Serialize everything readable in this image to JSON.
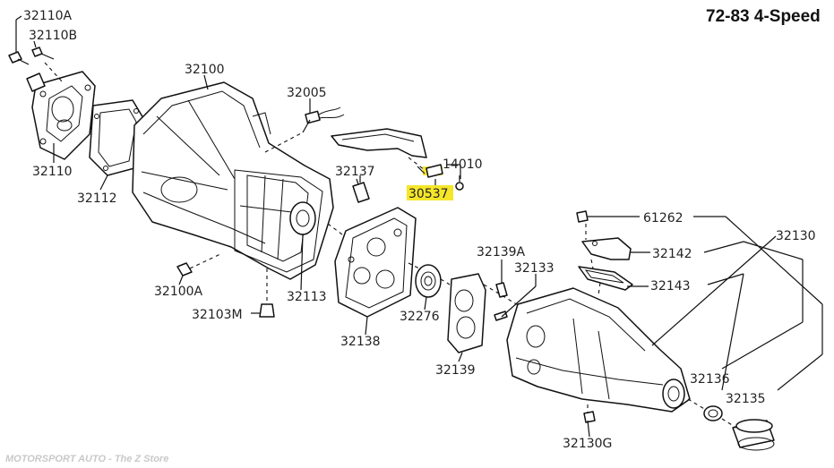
{
  "title": "72-83 4-Speed",
  "footer": "MOTORSPORT AUTO - The Z Store",
  "highlight_color": "#f5e62a",
  "parts": {
    "p32110A": "32110A",
    "p32110B": "32110B",
    "p32110": "32110",
    "p32112": "32112",
    "p32100": "32100",
    "p32005": "32005",
    "p32137": "32137",
    "p14010": "14010",
    "p30537": "30537",
    "p61262": "61262",
    "p32130": "32130",
    "p32142": "32142",
    "p32143": "32143",
    "p32139A": "32139A",
    "p32133": "32133",
    "p32100A": "32100A",
    "p32113": "32113",
    "p32103M": "32103M",
    "p32276": "32276",
    "p32138": "32138",
    "p32139": "32139",
    "p32136": "32136",
    "p32135": "32135",
    "p32130G": "32130G"
  }
}
